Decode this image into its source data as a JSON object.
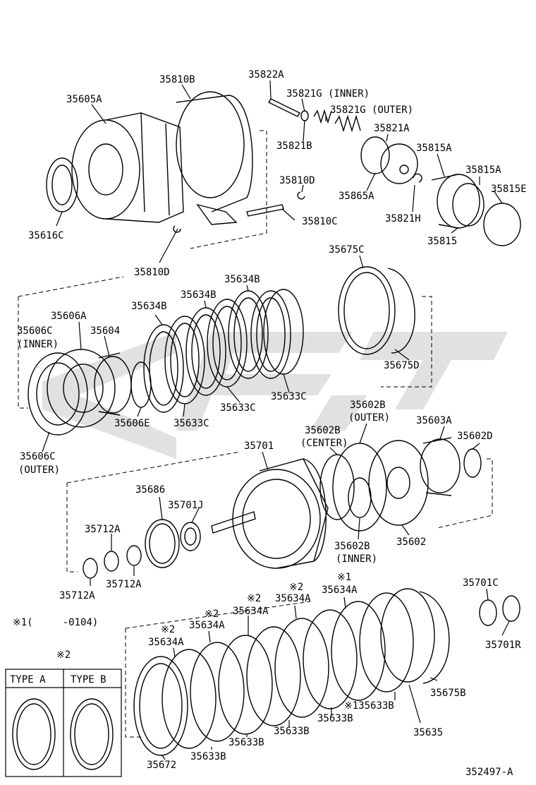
{
  "labels": {
    "35822A": "35822A",
    "35810B": "35810B",
    "35605A": "35605A",
    "35821G_inner": "35821G (INNER)",
    "35821G_outer": "35821G (OUTER)",
    "35821A": "35821A",
    "35821B": "35821B",
    "35815A_1": "35815A",
    "35815A_2": "35815A",
    "35815E": "35815E",
    "35810D_1": "35810D",
    "35865A": "35865A",
    "35821H": "35821H",
    "35810C": "35810C",
    "35616C": "35616C",
    "35815": "35815",
    "35810D_2": "35810D",
    "35675C": "35675C",
    "35634B_1": "35634B",
    "35634B_2": "35634B",
    "35634B_3": "35634B",
    "35606A": "35606A",
    "35606C_inner": "35606C",
    "inner_paren": "(INNER)",
    "35604": "35604",
    "35675D": "35675D",
    "35633C_1": "35633C",
    "35633C_2": "35633C",
    "35633C_3": "35633C",
    "35606E": "35606E",
    "35602B_outer": "35602B",
    "outer_paren_1": "(OUTER)",
    "35606C_outer": "35606C",
    "outer_paren_2": "(OUTER)",
    "35602B_center": "35602B",
    "center_paren": "(CENTER)",
    "35603A": "35603A",
    "35602D": "35602D",
    "35701": "35701",
    "35686": "35686",
    "35701J": "35701J",
    "35712A_1": "35712A",
    "35712A_2": "35712A",
    "35712A_3": "35712A",
    "35602B_inner": "35602B",
    "inner_paren_2": "(INNER)",
    "35602": "35602",
    "note_mark1": "※1",
    "35634A_1": "35634A",
    "35701C": "35701C",
    "note_mark2a": "※2",
    "35634A_2": "35634A",
    "note_mark2b": "※2",
    "35634A_3": "35634A",
    "note_mark2c": "※2",
    "35634A_4": "35634A",
    "note_mark2d": "※2",
    "35634A_5": "35634A",
    "35701R": "35701R",
    "footnote": "※1(     -0104)",
    "note_mark2e": "※2",
    "type_a": "TYPE A",
    "type_b": "TYPE B",
    "35675B": "35675B",
    "35633B_star": "※135633B",
    "35635": "35635",
    "35633B_1": "35633B",
    "35633B_2": "35633B",
    "35633B_3": "35633B",
    "35633B_4": "35633B",
    "35672": "35672",
    "diagram_id": "352497-A"
  }
}
